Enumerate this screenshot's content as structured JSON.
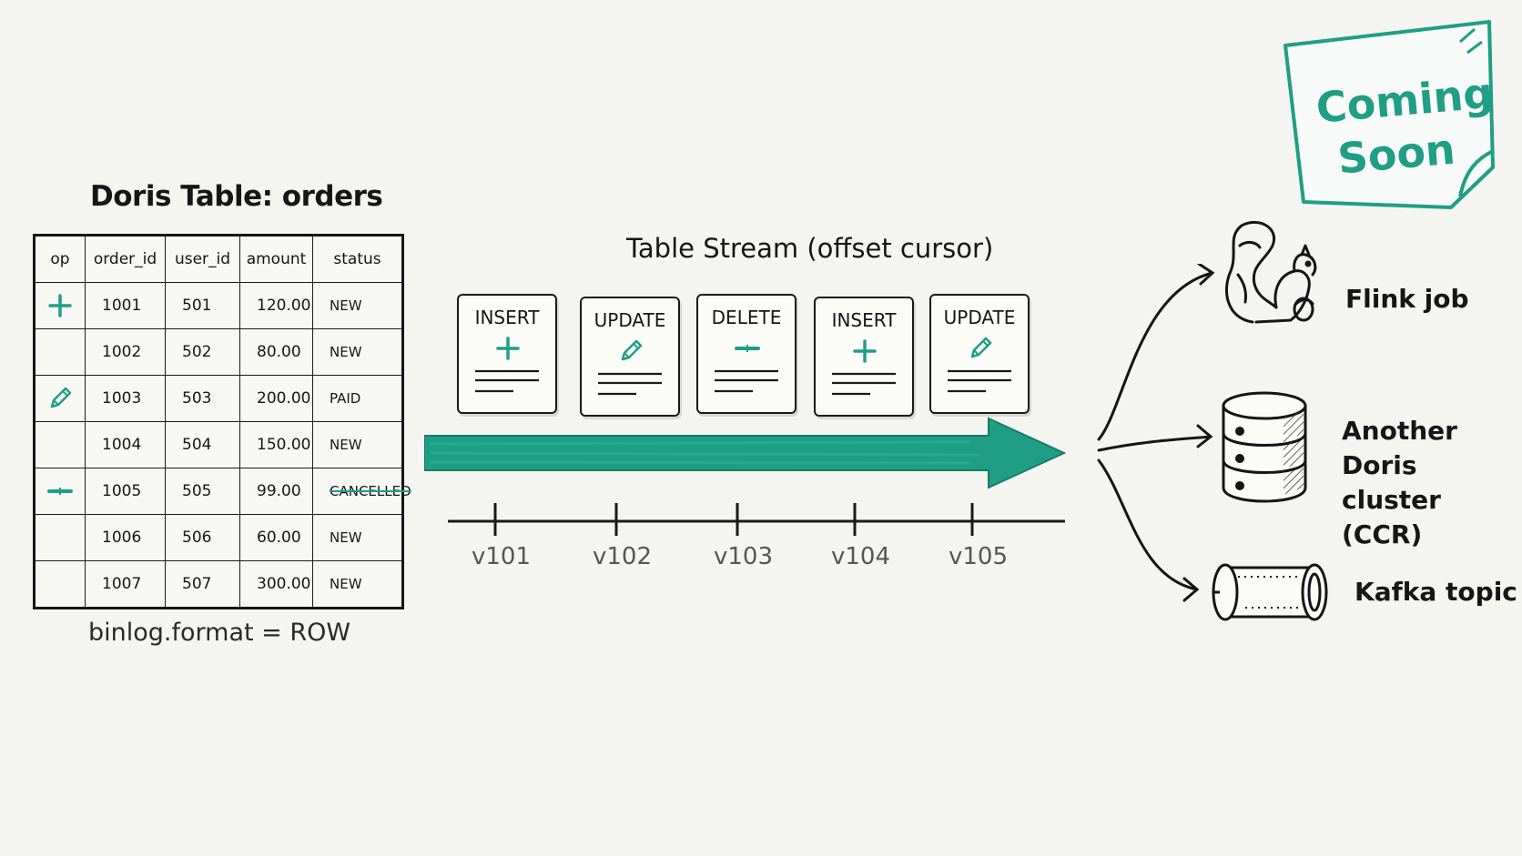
{
  "table": {
    "title": "Doris Table: orders",
    "columns": [
      "op",
      "order_id",
      "user_id",
      "amount",
      "status"
    ],
    "rows": [
      {
        "op": "plus-icon",
        "order_id": "1001",
        "user_id": "501",
        "amount": "120.00",
        "status": "NEW"
      },
      {
        "op": "",
        "order_id": "1002",
        "user_id": "502",
        "amount": "80.00",
        "status": "NEW"
      },
      {
        "op": "pencil-icon",
        "order_id": "1003",
        "user_id": "503",
        "amount": "200.00",
        "status": "PAID"
      },
      {
        "op": "",
        "order_id": "1004",
        "user_id": "504",
        "amount": "150.00",
        "status": "NEW"
      },
      {
        "op": "minus-icon",
        "order_id": "1005",
        "user_id": "505",
        "amount": "99.00",
        "status": "CANCELLED"
      },
      {
        "op": "",
        "order_id": "1006",
        "user_id": "506",
        "amount": "60.00",
        "status": "NEW"
      },
      {
        "op": "",
        "order_id": "1007",
        "user_id": "507",
        "amount": "300.00",
        "status": "NEW"
      }
    ],
    "note": "binlog.format = ROW"
  },
  "stream": {
    "title": "Table Stream (offset cursor)",
    "events": [
      {
        "label": "INSERT",
        "icon": "plus-icon",
        "version": "v101"
      },
      {
        "label": "UPDATE",
        "icon": "pencil-icon",
        "version": "v102"
      },
      {
        "label": "DELETE",
        "icon": "minus-icon",
        "version": "v103"
      },
      {
        "label": "INSERT",
        "icon": "plus-icon",
        "version": "v104"
      },
      {
        "label": "UPDATE",
        "icon": "pencil-icon",
        "version": "v105"
      }
    ]
  },
  "targets": [
    {
      "label": "Flink job",
      "icon": "squirrel-icon"
    },
    {
      "label": "Another Doris cluster (CCR)",
      "icon": "database-icon"
    },
    {
      "label": "Kafka topic",
      "icon": "pipe-icon"
    }
  ],
  "badge": {
    "text": "Coming Soon"
  },
  "colors": {
    "accent": "#1f9e85",
    "ink": "#161616",
    "background": "#f4f4f1"
  }
}
